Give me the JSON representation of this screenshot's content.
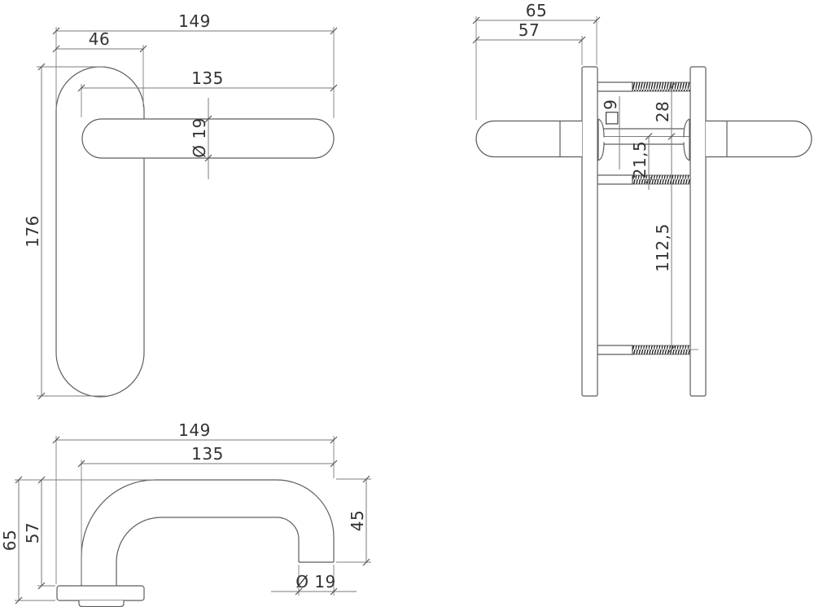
{
  "drawing": {
    "background": "#ffffff",
    "colors": {
      "outline": "#5c5e60",
      "dimension": "#77797c",
      "text": "#333333",
      "hatch": "#141414"
    },
    "views": {
      "front": {
        "dims": {
          "total_width": "149",
          "plate_width": "46",
          "lever_length": "135",
          "lever_diameter": "Ø 19",
          "plate_height": "176"
        }
      },
      "side": {
        "dims": {
          "total_depth": "65",
          "handle_depth": "57",
          "spindle_square": "□9",
          "screw_to_spindle": "28",
          "spindle_to_screw": "21,5",
          "screw_spacing": "112,5"
        }
      },
      "top": {
        "dims": {
          "total_width": "149",
          "lever_length": "135",
          "total_height": "65",
          "plate_height": "57",
          "end_height": "45",
          "lever_diameter": "Ø 19"
        }
      }
    }
  }
}
